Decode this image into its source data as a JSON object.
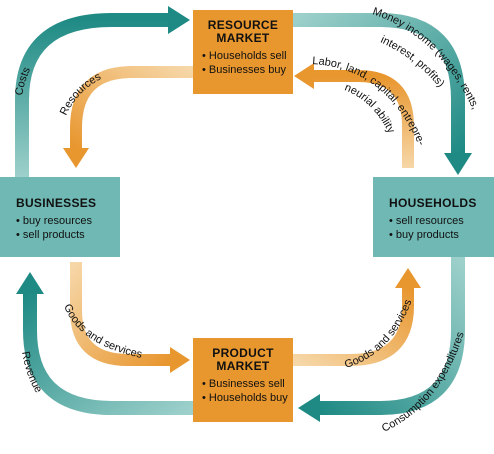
{
  "resource_market": {
    "title_line1": "RESOURCE",
    "title_line2": "MARKET",
    "items": [
      "• Households sell",
      "• Businesses buy"
    ]
  },
  "product_market": {
    "title_line1": "PRODUCT",
    "title_line2": "MARKET",
    "items": [
      "• Businesses sell",
      "• Households buy"
    ]
  },
  "businesses": {
    "title": "BUSINESSES",
    "items": [
      "• buy resources",
      "• sell products"
    ]
  },
  "households": {
    "title": "HOUSEHOLDS",
    "items": [
      "• sell resources",
      "• buy products"
    ]
  },
  "flows": {
    "costs": "Costs",
    "money_income_line1": "Money income (wages, rents,",
    "money_income_line2": "interest, profits)",
    "resources": "Resources",
    "labor_line1": "Labor, land, capital, entrepre-",
    "labor_line2": "neurial ability",
    "goods_services_left": "Goods and services",
    "goods_services_right": "Goods and services",
    "revenue": "Revenue",
    "consumption": "Consumption expenditures"
  },
  "colors": {
    "market": "#e8962e",
    "agent": "#6fb8b3",
    "teal_arrow": "#1f8a84",
    "orange_arrow": "#e8962e"
  }
}
